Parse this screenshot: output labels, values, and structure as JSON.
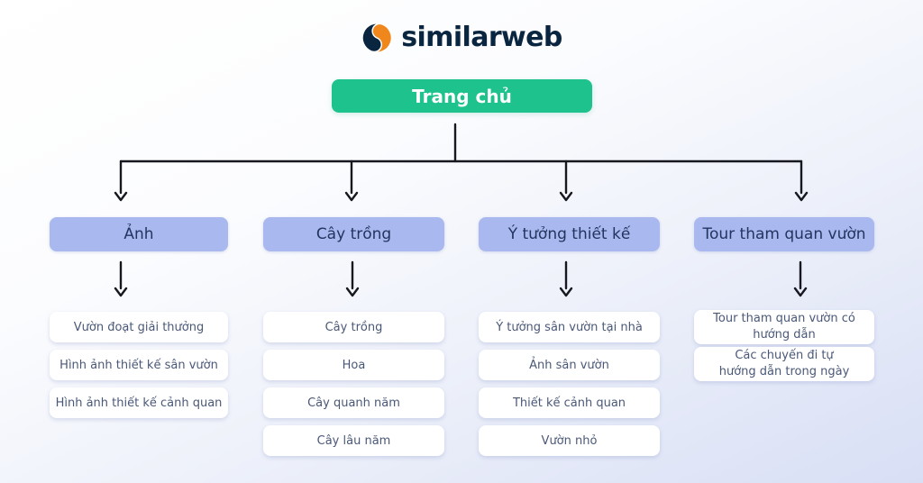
{
  "logo": {
    "text": "similarweb"
  },
  "tree": {
    "root": "Trang chủ",
    "branches": [
      {
        "label": "Ảnh",
        "children": [
          "Vườn đoạt giải thưởng",
          "Hình ảnh thiết kế sân vườn",
          "Hình ảnh thiết kế cảnh quan"
        ]
      },
      {
        "label": "Cây trồng",
        "children": [
          "Cây trồng",
          "Hoa",
          "Cây quanh năm",
          "Cây lâu năm"
        ]
      },
      {
        "label": "Ý tưởng thiết kế",
        "children": [
          "Ý tưởng sân vườn tại nhà",
          "Ảnh sân vườn",
          "Thiết kế cảnh quan",
          "Vườn nhỏ"
        ]
      },
      {
        "label": "Tour tham quan vườn",
        "children": [
          "Tour tham quan vườn có\nhướng dẫn",
          "Các chuyến đi tự\nhướng dẫn trong ngày"
        ]
      }
    ]
  },
  "colors": {
    "accent_green": "#1ec28c",
    "branch_pill": "#a9b9ef",
    "pill_text": "#25335f",
    "card_bg": "#ffffff",
    "card_text": "#4a5878",
    "line": "#17171f",
    "logo_navy": "#092540",
    "logo_orange": "#f0871d",
    "bg_top": "#ffffff",
    "bg_bottom": "#d8dff5"
  }
}
